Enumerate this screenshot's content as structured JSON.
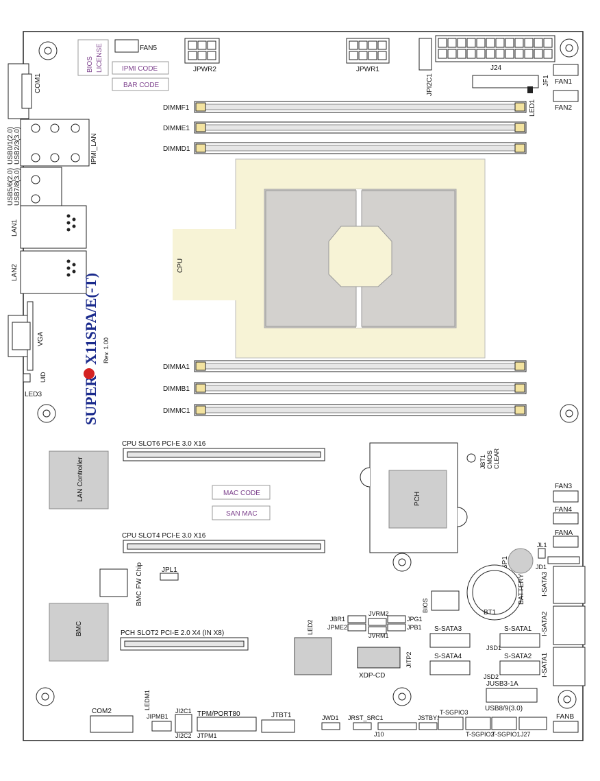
{
  "board": {
    "model_prefix": "SUPER",
    "model": "X11SPA/E(-T)",
    "revision": "Rev. 1.00"
  },
  "labels": {
    "fan5": "FAN5",
    "bios_license_1": "BIOS",
    "bios_license_2": "LICENSE",
    "ipmi_code": "IPMI CODE",
    "bar_code": "BAR CODE",
    "jpwr2": "JPWR2",
    "jpwr1": "JPWR1",
    "jpi2c1": "JPI2C1",
    "j24": "J24",
    "jf1": "JF1",
    "fan1": "FAN1",
    "fan2": "FAN2",
    "led1": "LED1",
    "com1": "COM1",
    "usb01": "USB0/1(2.0)",
    "usb23": "USB2/3(3.0)",
    "ipmi_lan": "IPMI_LAN",
    "usb56": "USB5/6(2.0)",
    "usb78": "USB7/8(3.0)",
    "lan1": "LAN1",
    "lan2": "LAN2",
    "vga": "VGA",
    "uid": "UID",
    "led3": "LED3",
    "dimmf1": "DIMMF1",
    "dimme1": "DIMME1",
    "dimmd1": "DIMMD1",
    "dimma1": "DIMMA1",
    "dimmb1": "DIMMB1",
    "dimmc1": "DIMMC1",
    "cpu": "CPU",
    "slot6": "CPU SLOT6 PCI-E 3.0 X16",
    "slot4": "CPU SLOT4 PCI-E 3.0 X16",
    "slot2": "PCH SLOT2 PCI-E 2.0 X4 (IN X8)",
    "lan_controller": "LAN Controller",
    "mac_code": "MAC CODE",
    "san_mac": "SAN MAC",
    "pch": "PCH",
    "jbt1": "JBT1",
    "cmos_clear_1": "CMOS",
    "cmos_clear_2": "CLEAR",
    "fan3": "FAN3",
    "fan4": "FAN4",
    "fana": "FANA",
    "fanb": "FANB",
    "jl1": "JL1",
    "jd1": "JD1",
    "sp1": "SP1",
    "battery": "BATTERY",
    "bt1": "BT1",
    "i_sata3": "I-SATA3",
    "i_sata2": "I-SATA2",
    "i_sata1": "I-SATA1",
    "bmc_fw": "BMC FW Chip",
    "jpl1": "JPL1",
    "bmc": "BMC",
    "led2": "LED2",
    "jbr1": "JBR1",
    "jpme2": "JPME2",
    "jvrm2": "JVRM2",
    "jvrm1": "JVRM1",
    "jpg1": "JPG1",
    "jpb1": "JPB1",
    "bios": "BIOS",
    "jitp2": "JITP2",
    "xdp_cd": "XDP-CD",
    "s_sata3": "S-SATA3",
    "s_sata4": "S-SATA4",
    "s_sata1": "S-SATA1",
    "s_sata2": "S-SATA2",
    "jsd1": "JSD1",
    "jsd2": "JSD2",
    "jusb3_1a": "JUSB3-1A",
    "usb89": "USB8/9(3.0)",
    "com2": "COM2",
    "ledm1": "LEDM1",
    "jipmb1": "JIPMB1",
    "ji2c1": "JI2C1",
    "ji2c2": "JI2C2",
    "tpm": "TPM/PORT80",
    "jtpm1": "JTPM1",
    "jtbt1": "JTBT1",
    "jwd1": "JWD1",
    "jrst": "JRST_SRC1",
    "j10": "J10",
    "jstby1": "JSTBY1",
    "tsgpio3": "T-SGPIO3",
    "tsgpio2": "T-SGPIO2",
    "tsgpio1": "T-SGPIO1",
    "j27": "J27"
  },
  "colors": {
    "outline": "#222222",
    "cpu_socket": "#f7f3d6",
    "cpu_inner": "#c9c7c4",
    "dimm_latch": "#f3e3a0",
    "label_purple": "#7a3d8a",
    "brand_blue": "#1a2a8c",
    "brand_red": "#d42222",
    "connector_gray": "#cfcfcf"
  }
}
